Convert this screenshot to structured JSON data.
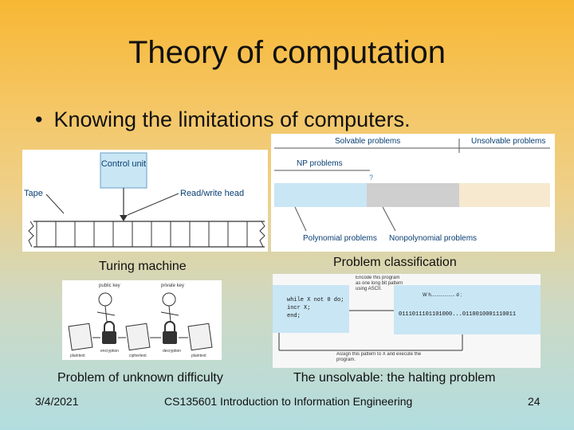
{
  "slide": {
    "title": "Theory of computation",
    "bullet": "Knowing the limitations of computers.",
    "captions": {
      "turing": "Turing machine",
      "classification": "Problem classification",
      "unknown": "Problem of unknown difficulty",
      "halting": "The unsolvable: the halting problem"
    },
    "footer": {
      "date": "3/4/2021",
      "course": "CS135601 Introduction to Information Engineering",
      "page": "24"
    }
  },
  "turing_figure": {
    "control_unit": "Control unit",
    "tape_label": "Tape",
    "head_label": "Read/write head"
  },
  "classification_figure": {
    "solvable": "Solvable problems",
    "unsolvable": "Unsolvable problems",
    "np": "NP problems",
    "unknown_mark": "?",
    "polynomial": "Polynomial problems",
    "nonpolynomial": "Nonpolynomial problems"
  },
  "crypto_figure": {
    "public_key": "public key",
    "private_key": "private key",
    "plaintext": "plaintext",
    "encryption": "encryption",
    "ciphertext": "ciphertext",
    "decryption": "decryption"
  },
  "halting_figure": {
    "program_lines": [
      "while X not 0 do;",
      "  incr X;",
      "end;"
    ],
    "encode_note": "Encode this program as one long bit pattern using ASCII.",
    "bit_pattern": "0111011101101000...0110010001110011",
    "top_dots": "W h.................. d ;",
    "assign_note": "Assign this pattern to X and execute the program."
  },
  "colors": {
    "panel_blue": "#c9e6f5",
    "panel_gray": "#cfcfcf",
    "highlight": "#0a61a8"
  }
}
